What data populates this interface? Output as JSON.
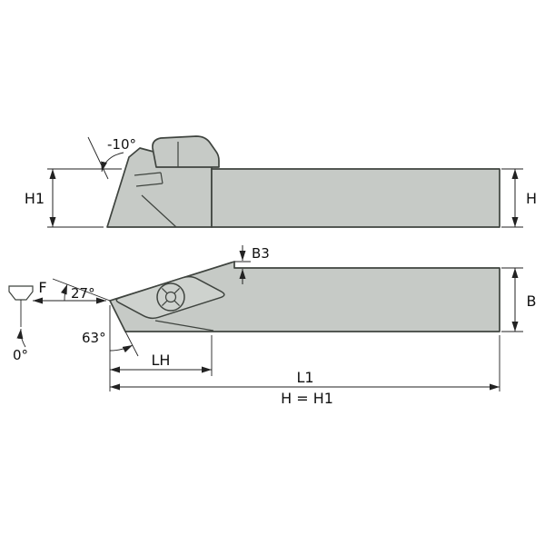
{
  "diagram": {
    "type": "technical-drawing",
    "subject": "turning-tool-holder-two-view-dimension-drawing",
    "labels": {
      "rake_angle": "-10°",
      "h1": "H1",
      "h": "H",
      "b3": "B3",
      "b": "B",
      "f": "F",
      "lead_angle": "27°",
      "tip_angle": "63°",
      "inclination": "0°",
      "lh": "LH",
      "l1": "L1",
      "height_note": "H = H1"
    },
    "colors": {
      "body_fill": "#c6cac6",
      "insert_fill": "#ced2ce",
      "outline": "#3f443f",
      "dimension": "#222222",
      "background": "#ffffff"
    }
  }
}
